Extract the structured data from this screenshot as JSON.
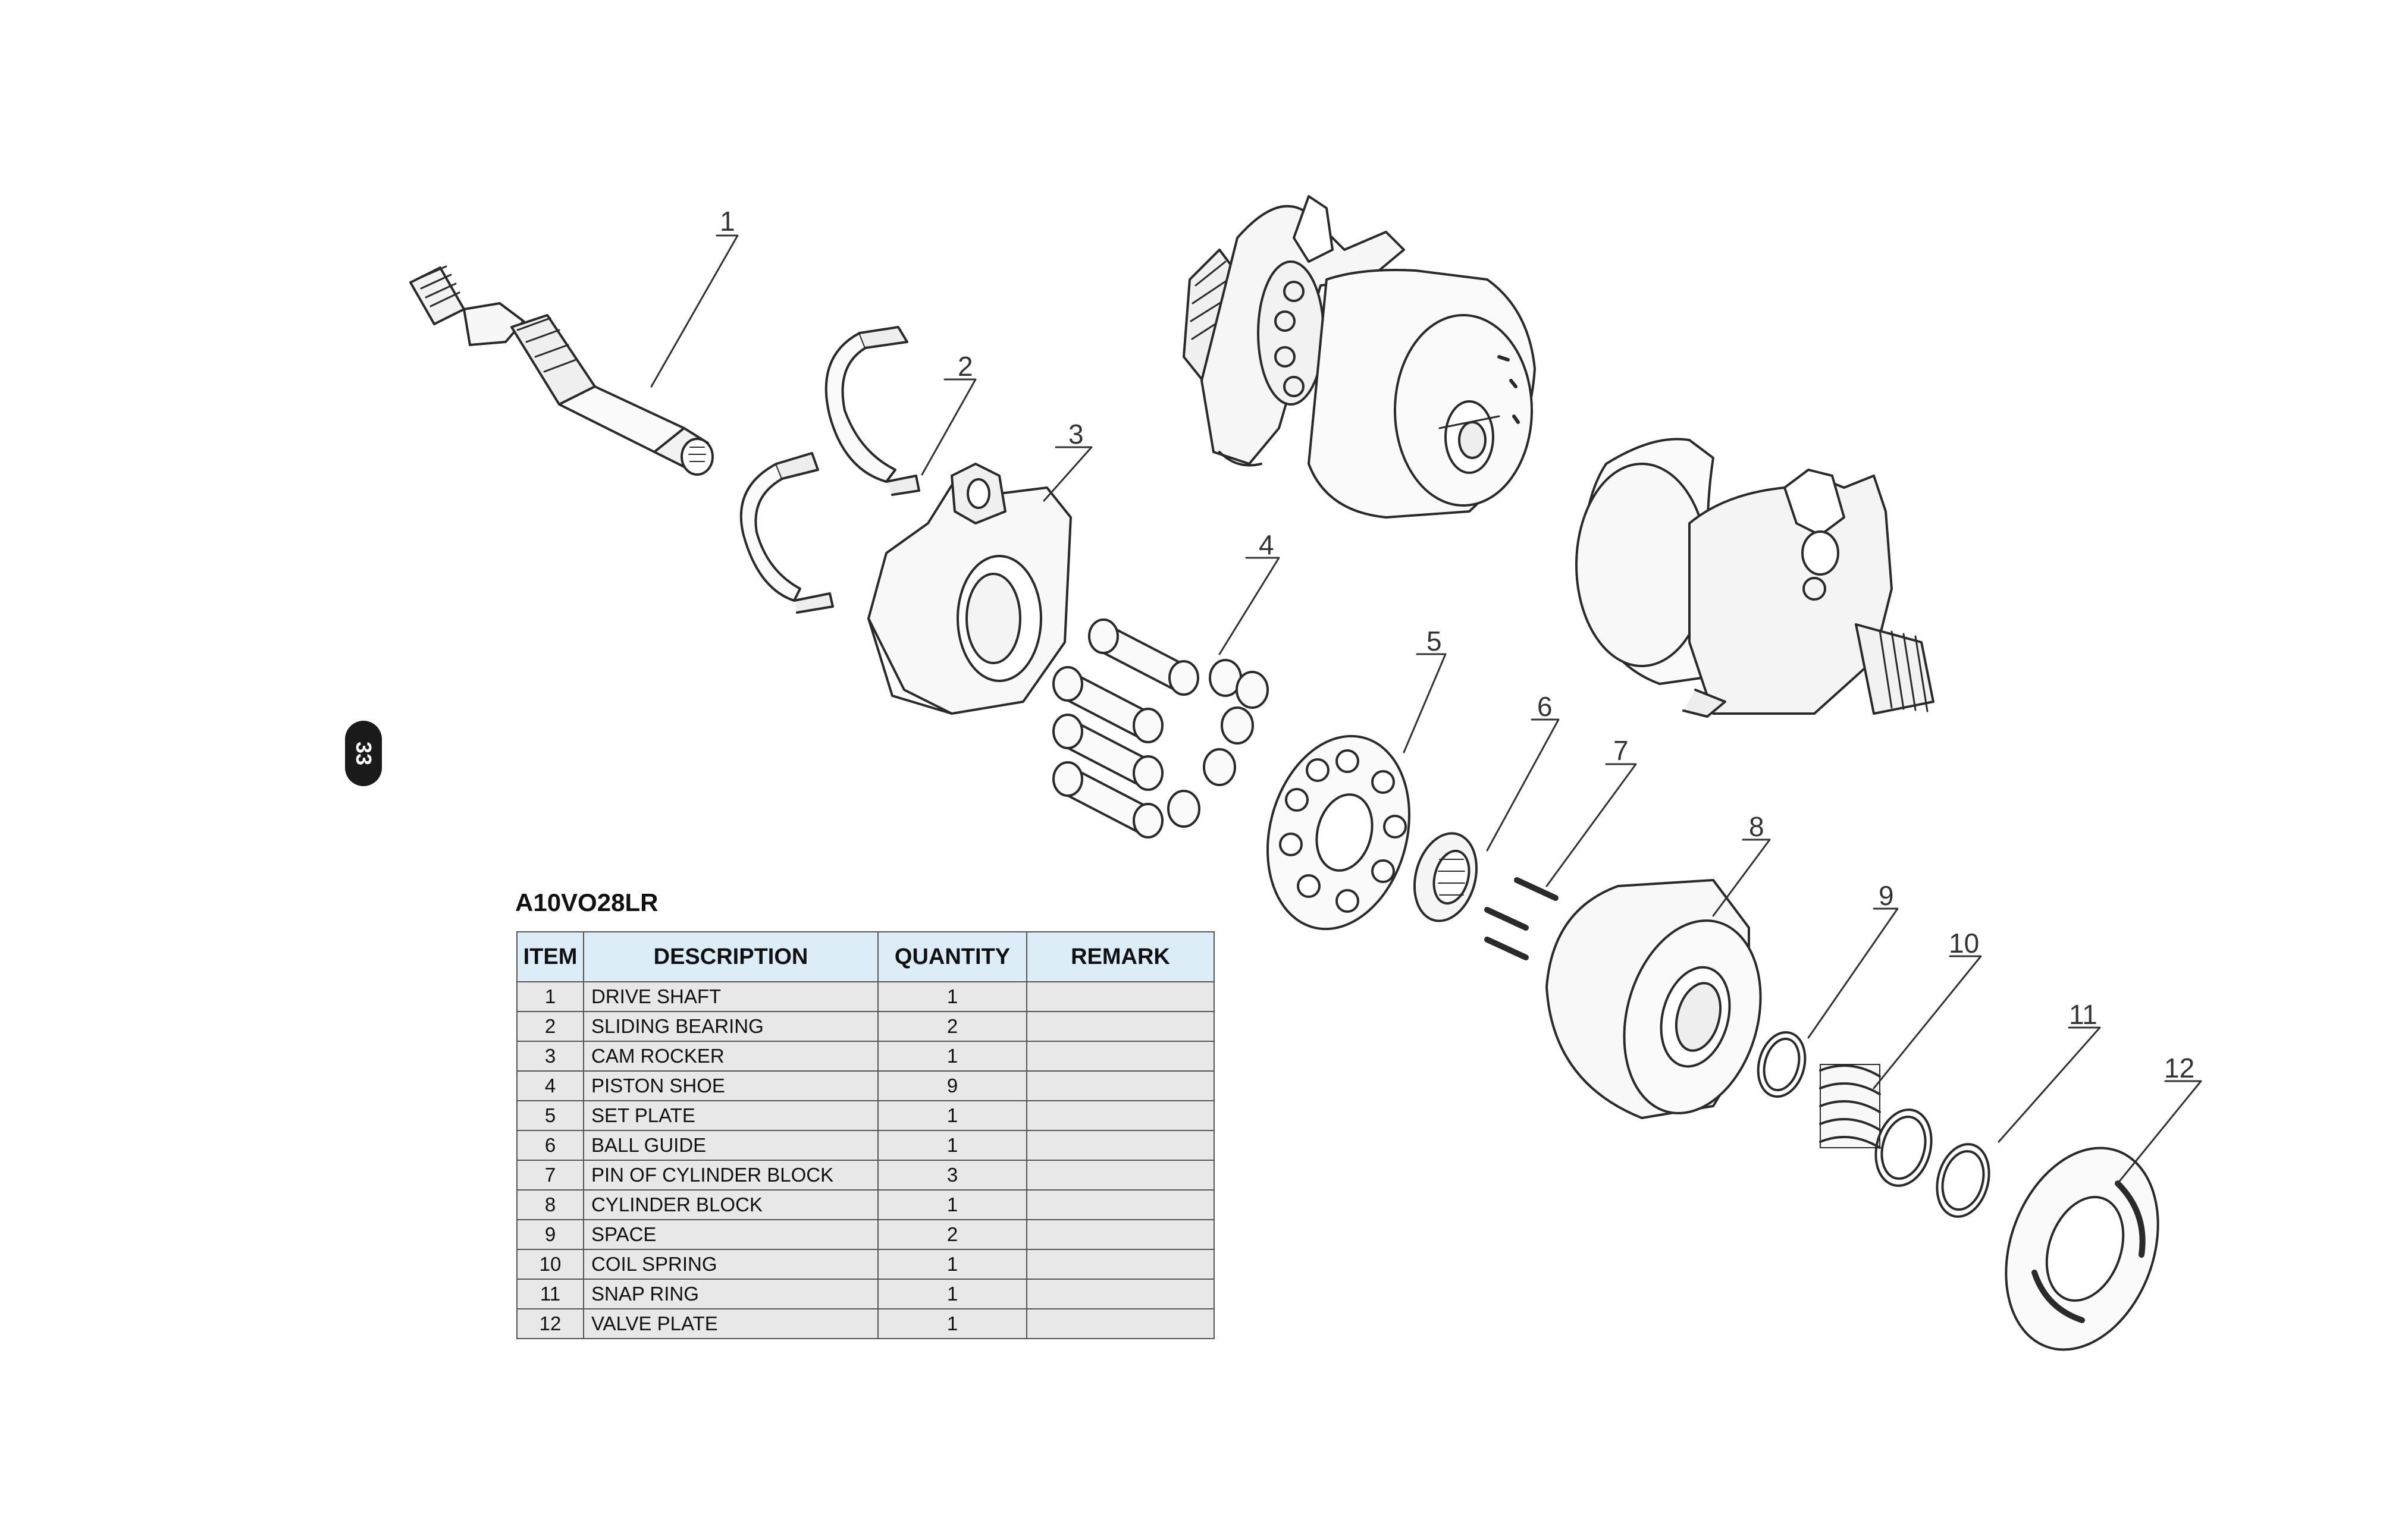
{
  "page_number": "33",
  "model": "A10VO28LR",
  "table": {
    "headers": [
      "ITEM",
      "DESCRIPTION",
      "QUANTITY",
      "REMARK"
    ],
    "rows": [
      {
        "item": "1",
        "description": "DRIVE SHAFT",
        "quantity": "1",
        "remark": ""
      },
      {
        "item": "2",
        "description": "SLIDING BEARING",
        "quantity": "2",
        "remark": ""
      },
      {
        "item": "3",
        "description": "CAM ROCKER",
        "quantity": "1",
        "remark": ""
      },
      {
        "item": "4",
        "description": "PISTON SHOE",
        "quantity": "9",
        "remark": ""
      },
      {
        "item": "5",
        "description": "SET PLATE",
        "quantity": "1",
        "remark": ""
      },
      {
        "item": "6",
        "description": "BALL GUIDE",
        "quantity": "1",
        "remark": ""
      },
      {
        "item": "7",
        "description": "PIN OF CYLINDER BLOCK",
        "quantity": "3",
        "remark": ""
      },
      {
        "item": "8",
        "description": "CYLINDER BLOCK",
        "quantity": "1",
        "remark": ""
      },
      {
        "item": "9",
        "description": "SPACE",
        "quantity": "2",
        "remark": ""
      },
      {
        "item": "10",
        "description": "COIL SPRING",
        "quantity": "1",
        "remark": ""
      },
      {
        "item": "11",
        "description": "SNAP RING",
        "quantity": "1",
        "remark": ""
      },
      {
        "item": "12",
        "description": "VALVE PLATE",
        "quantity": "1",
        "remark": ""
      }
    ]
  },
  "callouts": [
    "1",
    "2",
    "3",
    "4",
    "5",
    "6",
    "7",
    "8",
    "9",
    "10",
    "11",
    "12"
  ],
  "colors": {
    "header_bg": "#dcedf8",
    "row_bg": "#e8e8e8",
    "line": "#333333"
  }
}
